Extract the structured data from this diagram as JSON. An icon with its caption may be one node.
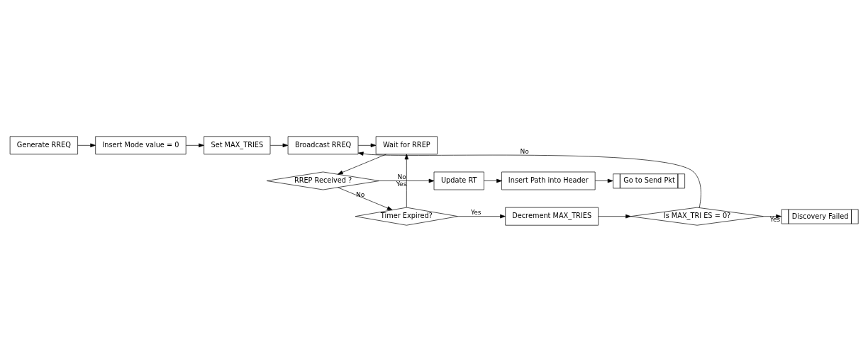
{
  "diagram": {
    "nodes": [
      {
        "text": [
          "Generate RREQ"
        ]
      },
      {
        "text": [
          "Insert Mode value = 0"
        ]
      },
      {
        "text": [
          "Set MAX_TRIES"
        ]
      },
      {
        "text": [
          "Broadcast RREQ"
        ]
      },
      {
        "text": [
          "Wait for RREP"
        ]
      },
      {
        "text": [
          "RREP Received ?"
        ]
      },
      {
        "text": [
          "Update RT"
        ]
      },
      {
        "text": [
          "Insert Path into Header"
        ]
      },
      {
        "text": [
          "Go to Send Pkt"
        ]
      },
      {
        "text": [
          "Timer Expired?"
        ]
      },
      {
        "text": [
          "Decrement MAX_TRIES"
        ]
      },
      {
        "text": [
          "Is MAX_TRI ES = 0?"
        ]
      },
      {
        "text": [
          "Discovery Failed"
        ]
      }
    ],
    "edges": [
      {
        "from": 0,
        "to": 1,
        "arrow": "to"
      },
      {
        "from": 1,
        "to": 2,
        "arrow": "to"
      },
      {
        "from": 2,
        "to": 3,
        "arrow": "to"
      },
      {
        "from": 3,
        "to": 4,
        "arrow": "to"
      },
      {
        "from": 4,
        "to": 5,
        "arrow": "to"
      },
      {
        "from": 5,
        "to": 6,
        "arrow": "to",
        "label": "Yes"
      },
      {
        "from": 6,
        "to": 7,
        "arrow": "to"
      },
      {
        "from": 7,
        "to": 8,
        "arrow": "to"
      },
      {
        "from": 5,
        "to": 9,
        "arrow": "to",
        "label": "No"
      },
      {
        "from": 9,
        "to": 10,
        "arrow": "to",
        "label": "Yes"
      },
      {
        "from": 9,
        "to": 4,
        "arrow": "to",
        "label": "No"
      },
      {
        "from": 10,
        "to": 11,
        "arrow": "to"
      },
      {
        "from": 11,
        "to": 12,
        "arrow": "to",
        "label": "Yes"
      },
      {
        "from": 11,
        "to": 3,
        "arrow": "to",
        "label": "No"
      }
    ]
  }
}
